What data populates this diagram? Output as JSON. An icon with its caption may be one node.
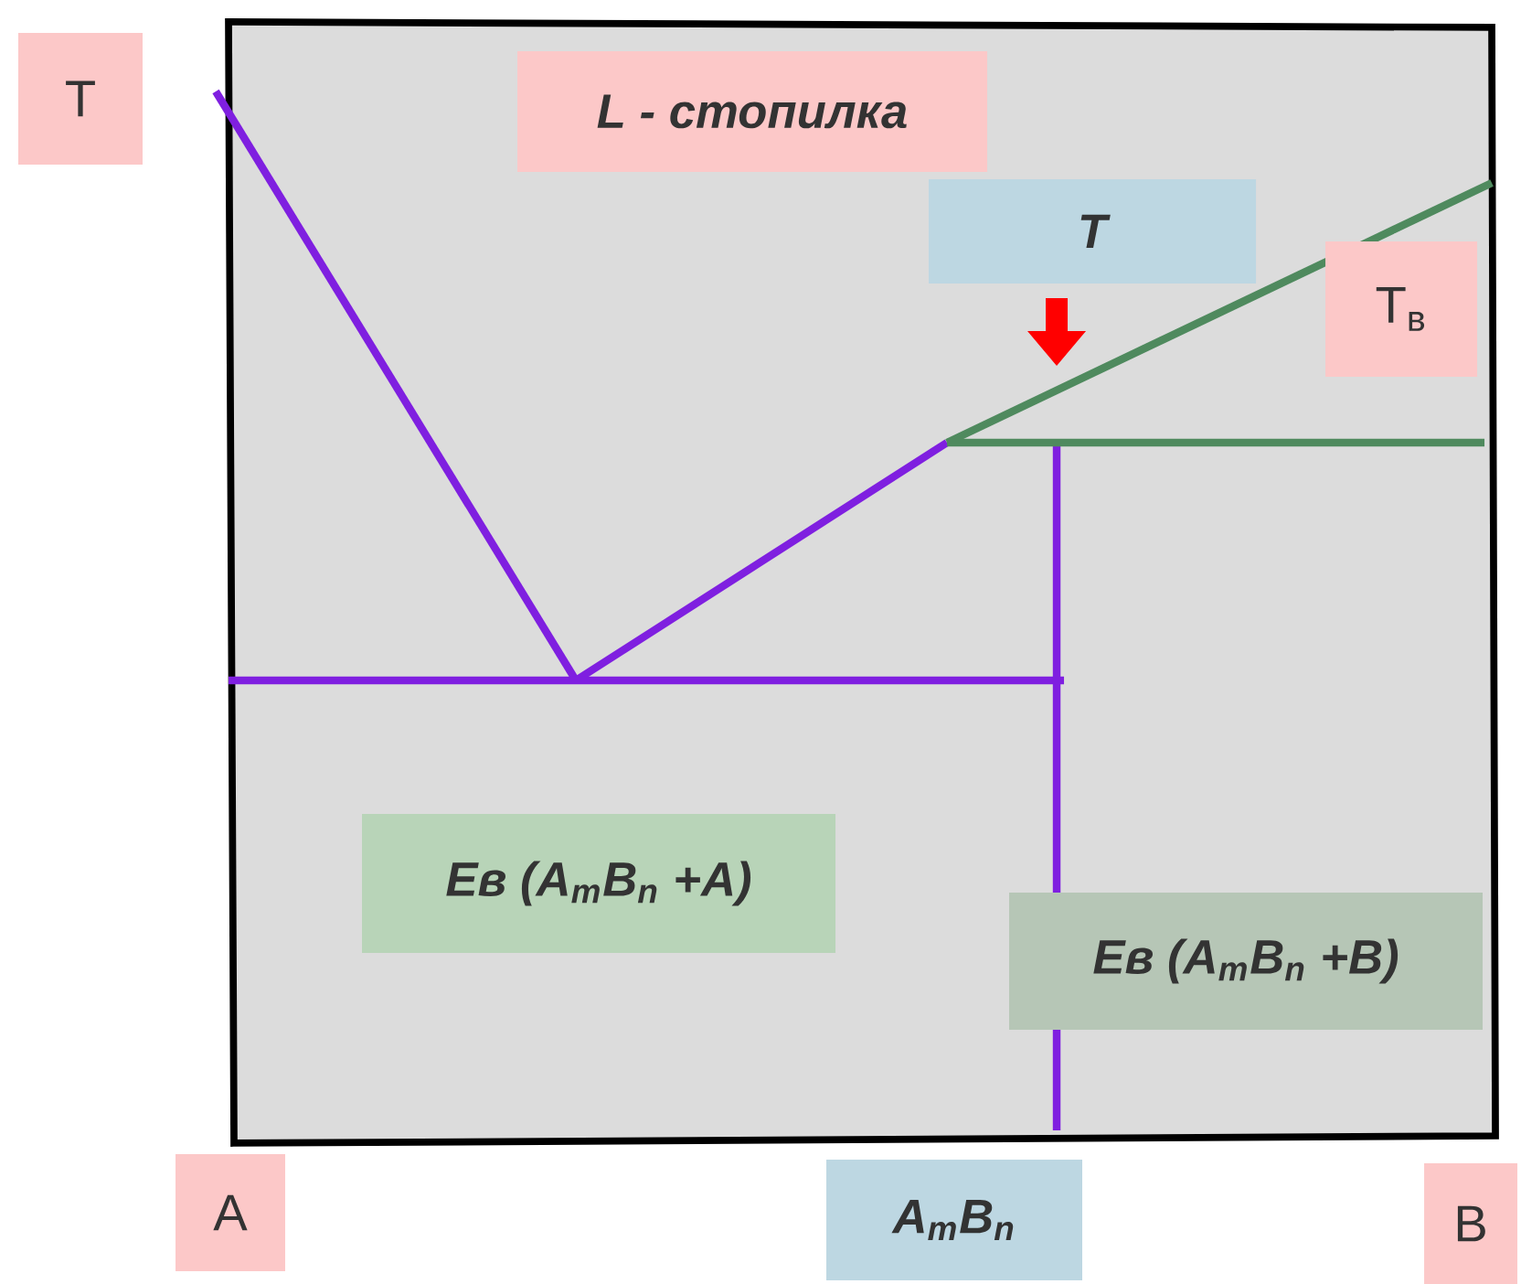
{
  "diagram": {
    "nodes": [
      {
        "text": [
          "T"
        ]
      },
      {
        "text": [
          "L - стопилка"
        ]
      },
      {
        "text": [
          "T"
        ]
      },
      {
        "text": [
          "T$_{в}$"
        ]
      },
      {
        "text": [
          "Ев (A$_{m}$B$_{n}$ +A)"
        ]
      },
      {
        "text": [
          "Ев (A$_{m}$B$_{n}$ +B)"
        ]
      },
      {
        "text": [
          "A"
        ]
      },
      {
        "text": [
          "A$_{m}$B$_{n}$"
        ]
      },
      {
        "text": [
          "B"
        ]
      }
    ]
  }
}
